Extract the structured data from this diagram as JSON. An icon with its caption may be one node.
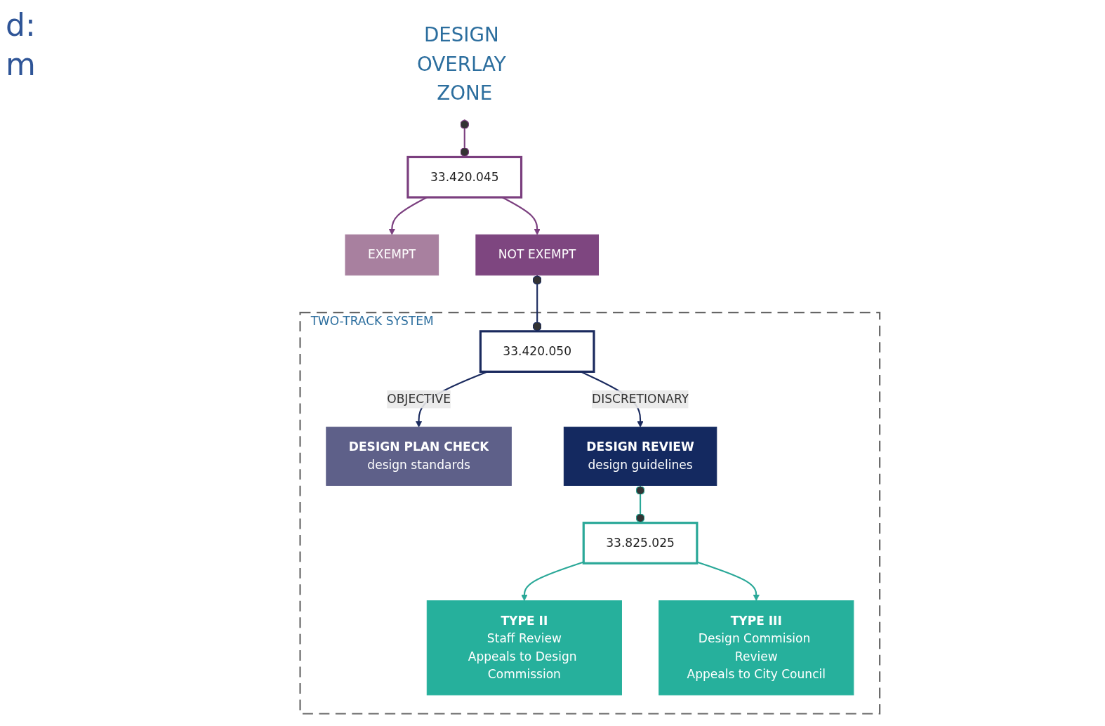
{
  "diagram": {
    "nodes": [
      {
        "text": [
          "DESIGN OVERLAY ZONE"
        ]
      },
      {
        "text": [
          "33.420.045"
        ]
      },
      {
        "text": [
          "EXEMPT"
        ]
      },
      {
        "text": [
          "NOT EXEMPT"
        ]
      },
      {
        "text": [
          "TWO-TRACK SYSTEM"
        ]
      },
      {
        "text": [
          "33.420.050"
        ],
        "in": 4
      },
      {
        "text": [
          "DESIGN PLAN CHECK",
          "design standards"
        ],
        "in": 4
      },
      {
        "text": [
          "DESIGN REVIEW",
          "design guidelines"
        ],
        "in": 4
      },
      {
        "text": [
          "33.825.025"
        ],
        "in": 4
      },
      {
        "text": [
          "TYPE II",
          "Staff Review",
          "Appeals to Design Commission"
        ],
        "in": 4
      },
      {
        "text": [
          "TYPE III",
          "Design Commision Review",
          "Appeals to City Council"
        ],
        "in": 4
      }
    ],
    "edges": [
      {
        "from": 0,
        "to": 1,
        "arrow": "other",
        "color": "#7b3f7f"
      },
      {
        "from": 1,
        "to": 2,
        "arrow": "to",
        "color": "#7b3f7f"
      },
      {
        "from": 1,
        "to": 3,
        "arrow": "to",
        "color": "#7b3f7f"
      },
      {
        "from": 3,
        "to": 5,
        "arrow": "other",
        "color": "#1a2a5e"
      },
      {
        "from": 5,
        "to": 6,
        "label": "OBJECTIVE",
        "arrow": "to",
        "color": "#1a2a5e"
      },
      {
        "from": 5,
        "to": 7,
        "label": "DISCRETIONARY",
        "arrow": "to",
        "color": "#1a2a5e"
      },
      {
        "from": 7,
        "to": 8,
        "arrow": "other",
        "color": "#2aa898"
      },
      {
        "from": 8,
        "to": 9,
        "arrow": "to",
        "color": "#2aa898"
      },
      {
        "from": 8,
        "to": 10,
        "arrow": "to",
        "color": "#2aa898"
      }
    ],
    "labels": [
      "d:",
      "m"
    ]
  }
}
